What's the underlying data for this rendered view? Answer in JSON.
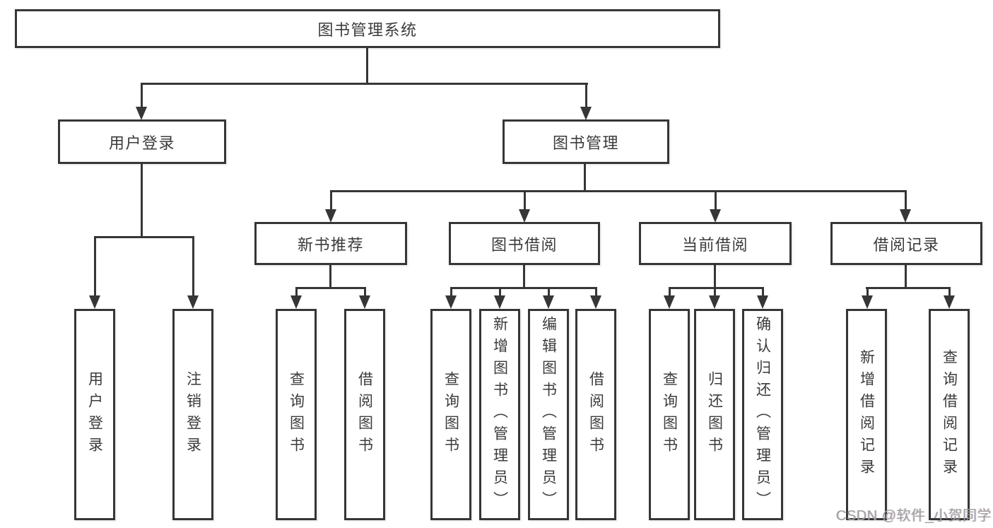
{
  "nodes": {
    "root": {
      "label": "图书管理系统"
    },
    "user_login": {
      "label": "用户登录"
    },
    "book_mgmt": {
      "label": "图书管理"
    },
    "new_book_rec": {
      "label": "新书推荐"
    },
    "book_borrow": {
      "label": "图书借阅"
    },
    "current_borrow": {
      "label": "当前借阅"
    },
    "borrow_records": {
      "label": "借阅记录"
    },
    "leaf_user_login": {
      "label": "用户登录"
    },
    "leaf_logout": {
      "label": "注销登录"
    },
    "rec_query_book": {
      "label": "查询图书"
    },
    "rec_borrow_book": {
      "label": "借阅图书"
    },
    "bb_query_book": {
      "label": "查询图书"
    },
    "bb_add_book": {
      "label": "新增图书（管理员）"
    },
    "bb_edit_book": {
      "label": "编辑图书（管理员）"
    },
    "bb_borrow_book": {
      "label": "借阅图书"
    },
    "cb_query_book": {
      "label": "查询图书"
    },
    "cb_return_book": {
      "label": "归还图书"
    },
    "cb_confirm_return": {
      "label": "确认归还（管理员）"
    },
    "br_add_record": {
      "label": "新增借阅记录"
    },
    "br_query_record": {
      "label": "查询借阅记录"
    }
  },
  "hierarchy": [
    {
      "parent": "图书管理系统",
      "children": [
        "用户登录",
        "图书管理"
      ]
    },
    {
      "parent": "用户登录",
      "children": [
        "用户登录",
        "注销登录"
      ]
    },
    {
      "parent": "图书管理",
      "children": [
        "新书推荐",
        "图书借阅",
        "当前借阅",
        "借阅记录"
      ]
    },
    {
      "parent": "新书推荐",
      "children": [
        "查询图书",
        "借阅图书"
      ]
    },
    {
      "parent": "图书借阅",
      "children": [
        "查询图书",
        "新增图书（管理员）",
        "编辑图书（管理员）",
        "借阅图书"
      ]
    },
    {
      "parent": "当前借阅",
      "children": [
        "查询图书",
        "归还图书",
        "确认归还（管理员）"
      ]
    },
    {
      "parent": "借阅记录",
      "children": [
        "新增借阅记录",
        "查询借阅记录"
      ]
    }
  ],
  "watermark": {
    "text": "CSDN @软件_小贺同学"
  },
  "colors": {
    "line": "#363636",
    "box_border": "#363636",
    "box_background": "#ffffff",
    "label_text": "#3b3b3b",
    "watermark_text": "#a0a0a0"
  }
}
